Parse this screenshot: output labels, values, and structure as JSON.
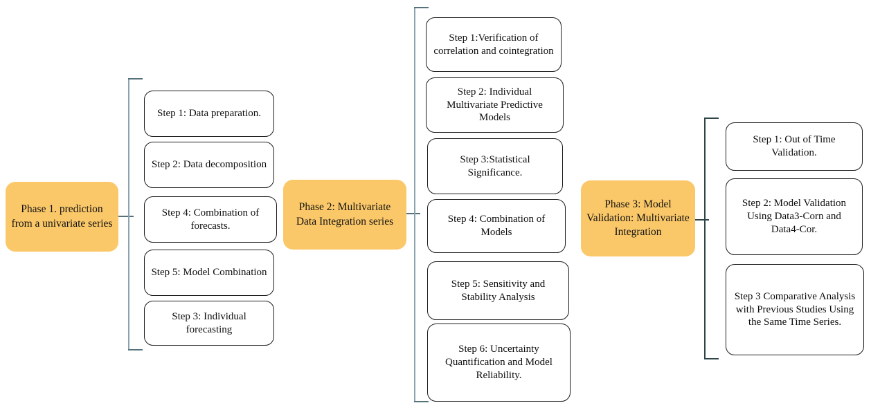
{
  "diagram": {
    "title": "Three-phase forecasting methodology flowchart",
    "colors": {
      "phase_fill": "#fbc869",
      "step_border": "#1b1b1b",
      "step_fill": "#ffffff",
      "bracket_light": "#8aa3ae",
      "bracket_dark": "#2f4449",
      "background": "#ffffff",
      "text": "#101010"
    },
    "phases": [
      {
        "id": "phase-1",
        "label": "Phase 1. prediction from a univariate series",
        "bracket_color": "#8aa3ae",
        "steps": [
          {
            "id": "p1-s1",
            "label": "Step 1: Data preparation."
          },
          {
            "id": "p1-s2",
            "label": "Step 2: Data decomposition"
          },
          {
            "id": "p1-s3",
            "label": "Step 4: Combination of forecasts."
          },
          {
            "id": "p1-s4",
            "label": "Step 5: Model Combination"
          },
          {
            "id": "p1-s5",
            "label": "Step 3: Individual forecasting"
          }
        ]
      },
      {
        "id": "phase-2",
        "label": "Phase 2: Multivariate Data Integration series",
        "bracket_color": "#8aa3ae",
        "steps": [
          {
            "id": "p2-s1",
            "label": "Step 1:Verification of correlation and cointegration"
          },
          {
            "id": "p2-s2",
            "label": "Step 2:  Individual Multivariate Predictive Models"
          },
          {
            "id": "p2-s3",
            "label": "Step 3:Statistical Significance."
          },
          {
            "id": "p2-s4",
            "label": "Step 4: Combination of Models"
          },
          {
            "id": "p2-s5",
            "label": "Step 5: Sensitivity and Stability Analysis"
          },
          {
            "id": "p2-s6",
            "label": "Step 6: Uncertainty Quantification and Model Reliability."
          }
        ]
      },
      {
        "id": "phase-3",
        "label": "Phase 3: Model Validation: Multivariate Integration",
        "bracket_color": "#2f4449",
        "steps": [
          {
            "id": "p3-s1",
            "label": "Step 1: Out of Time Validation."
          },
          {
            "id": "p3-s2",
            "label": "Step 2: Model Validation Using Data3-Corn and Data4-Cor."
          },
          {
            "id": "p3-s3",
            "label": "Step 3 Comparative Analysis with Previous Studies Using the Same Time Series."
          }
        ]
      }
    ]
  }
}
